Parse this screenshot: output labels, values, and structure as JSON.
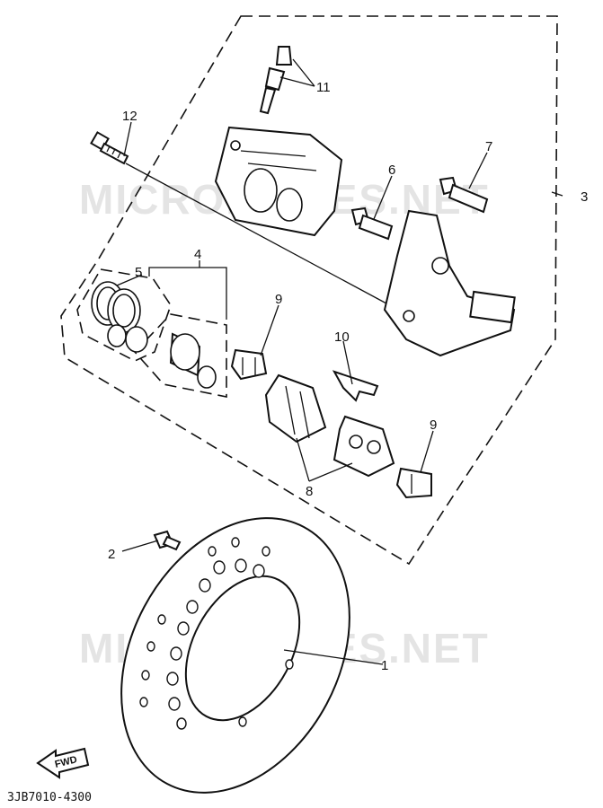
{
  "watermark": "MICROFICHES.NET",
  "diagram_code": "3JB7010-4300",
  "direction_label": "FWD",
  "callouts": {
    "c1": "1",
    "c2": "2",
    "c3": "3",
    "c4": "4",
    "c5": "5",
    "c6": "6",
    "c7": "7",
    "c8": "8",
    "c9a": "9",
    "c9b": "9",
    "c10": "10",
    "c11": "11",
    "c12": "12"
  }
}
